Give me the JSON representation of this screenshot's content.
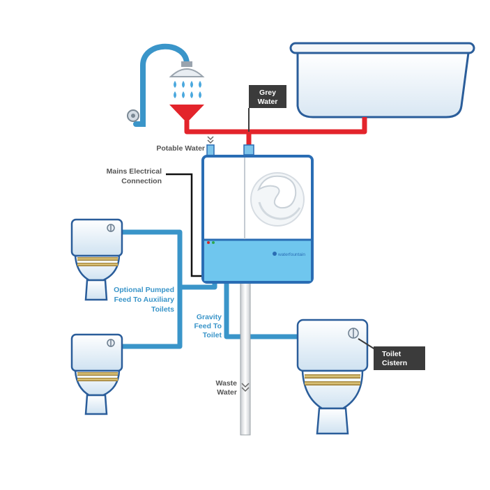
{
  "labels": {
    "grey_water": [
      "Grey",
      "Water"
    ],
    "potable_water": "Potable Water",
    "mains_electrical": [
      "Mains Electrical",
      "Connection"
    ],
    "optional_pumped": [
      "Optional Pumped",
      "Feed To Auxiliary",
      "Toilets"
    ],
    "gravity_feed": [
      "Gravity",
      "Feed To",
      "Toilet"
    ],
    "waste_water": [
      "Waste",
      "Water"
    ],
    "toilet_cistern": [
      "Toilet",
      "Cistern"
    ],
    "brand": "waterfountain"
  },
  "colors": {
    "grey_water_pipe": "#e3242b",
    "feed_pipe": "#3a95c9",
    "unit_frame": "#2a6db4",
    "unit_panel": "#6fc6ee",
    "callout_box": "#3b3b3b",
    "label_grey": "#555555",
    "label_blue": "#3a95c9"
  },
  "icons": [
    "shower-icon",
    "bathtub-icon",
    "toilet-icon",
    "recycling-unit-icon"
  ]
}
